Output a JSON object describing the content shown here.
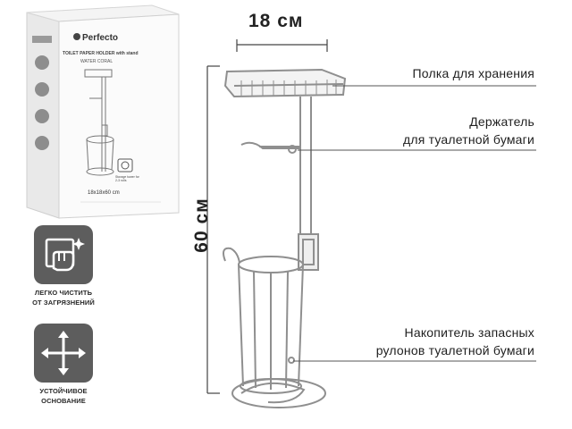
{
  "box": {
    "brand": "Perfecto",
    "title": "TOILET PAPER HOLDER with stand",
    "subtitle": "WATER CORAL",
    "dimensions": "18x18x60 cm",
    "storage_note": "Storage tower for 2-3 rolls"
  },
  "features": [
    {
      "icon": "hand-cleaning-icon",
      "caption": "ЛЕГКО ЧИСТИТЬ\nОТ ЗАГРЯЗНЕНИЙ"
    },
    {
      "icon": "four-arrows-icon",
      "caption": "УСТОЙЧИВОЕ\nОСНОВАНИЕ"
    }
  ],
  "dimensions": {
    "width": "18 см",
    "height": "60 см"
  },
  "callouts": {
    "shelf": "Полка для хранения",
    "holder_line1": "Держатель",
    "holder_line2": "для туалетной бумаги",
    "storage_line1": "Накопитель запасных",
    "storage_line2": "рулонов туалетной бумаги"
  },
  "colors": {
    "icon_bg": "#5d5d5d",
    "chrome": "#9a9a9a",
    "text": "#1f1f1f"
  }
}
